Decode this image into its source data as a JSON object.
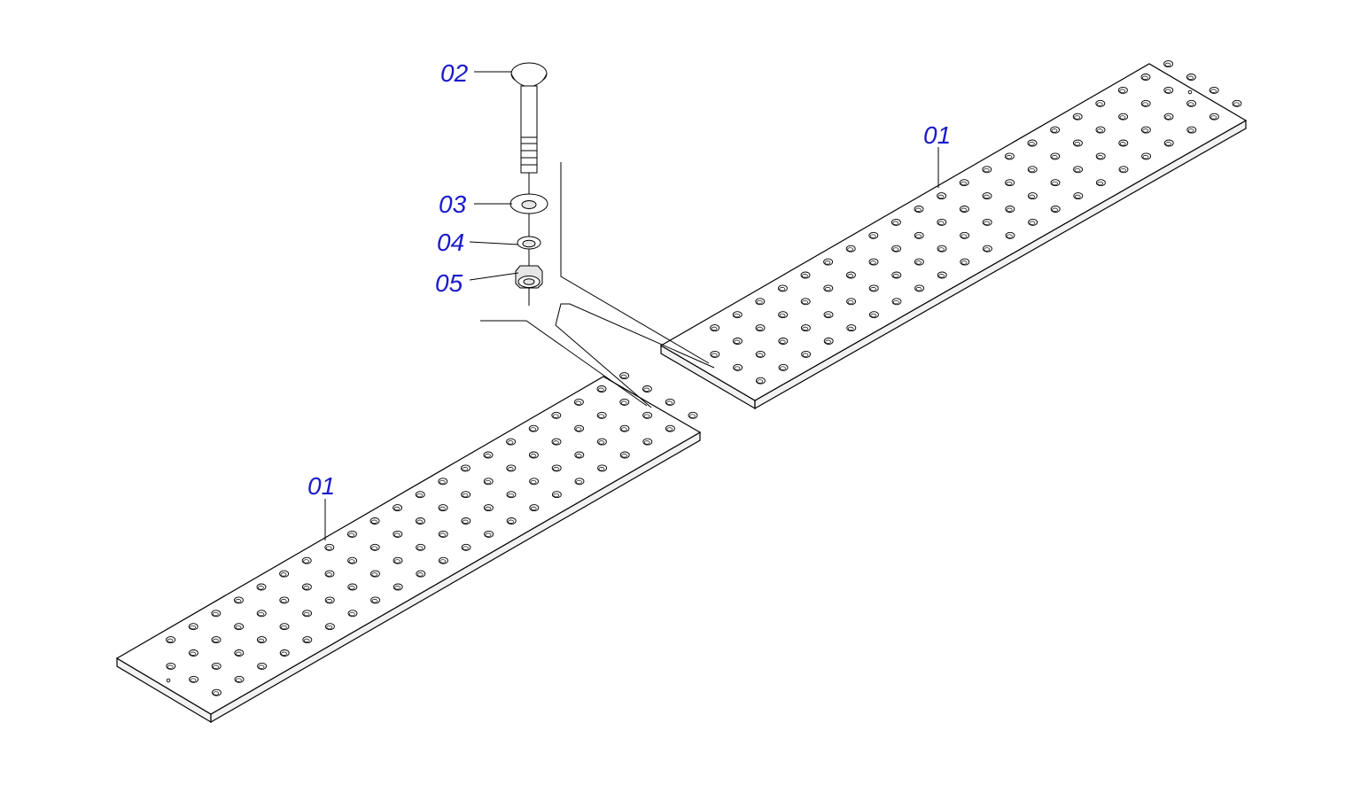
{
  "diagram": {
    "callouts": {
      "bolt": "02",
      "washer": "03",
      "lock_washer": "04",
      "nut": "05",
      "plate_upper": "01",
      "plate_lower": "01"
    },
    "colors": {
      "callout_text": "#1a1acc",
      "line": "#000000",
      "background": "#ffffff"
    }
  }
}
